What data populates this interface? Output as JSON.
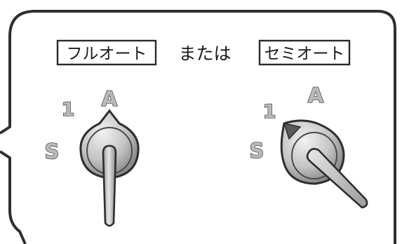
{
  "labels": {
    "full_auto": "フルオート",
    "or": "または",
    "semi_auto": "セミオート"
  },
  "positions": {
    "left": {
      "auto": "A",
      "one": "1",
      "safe": "S"
    },
    "right": {
      "auto": "A",
      "one": "1",
      "safe": "S"
    }
  },
  "switches": {
    "left_setting": "A",
    "right_setting": "1"
  },
  "colors": {
    "outline": "#3a3a3a",
    "knob_light": "#d8d8d8",
    "knob_dark": "#8e8e8e",
    "label_fill": "#b9b9b9"
  }
}
